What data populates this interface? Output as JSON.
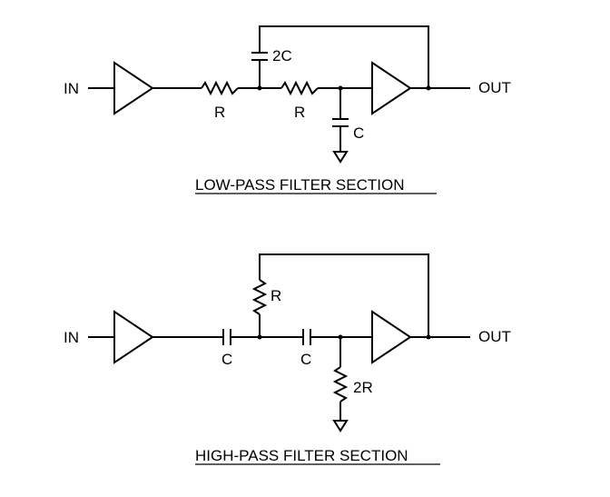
{
  "lowpass": {
    "title": "LOW-PASS FILTER SECTION",
    "in_label": "IN",
    "out_label": "OUT",
    "r1_label": "R",
    "r2_label": "R",
    "c_feedback_label": "2C",
    "c_ground_label": "C"
  },
  "highpass": {
    "title": "HIGH-PASS FILTER SECTION",
    "in_label": "IN",
    "out_label": "OUT",
    "c1_label": "C",
    "c2_label": "C",
    "r_feedback_label": "R",
    "r_ground_label": "2R"
  }
}
